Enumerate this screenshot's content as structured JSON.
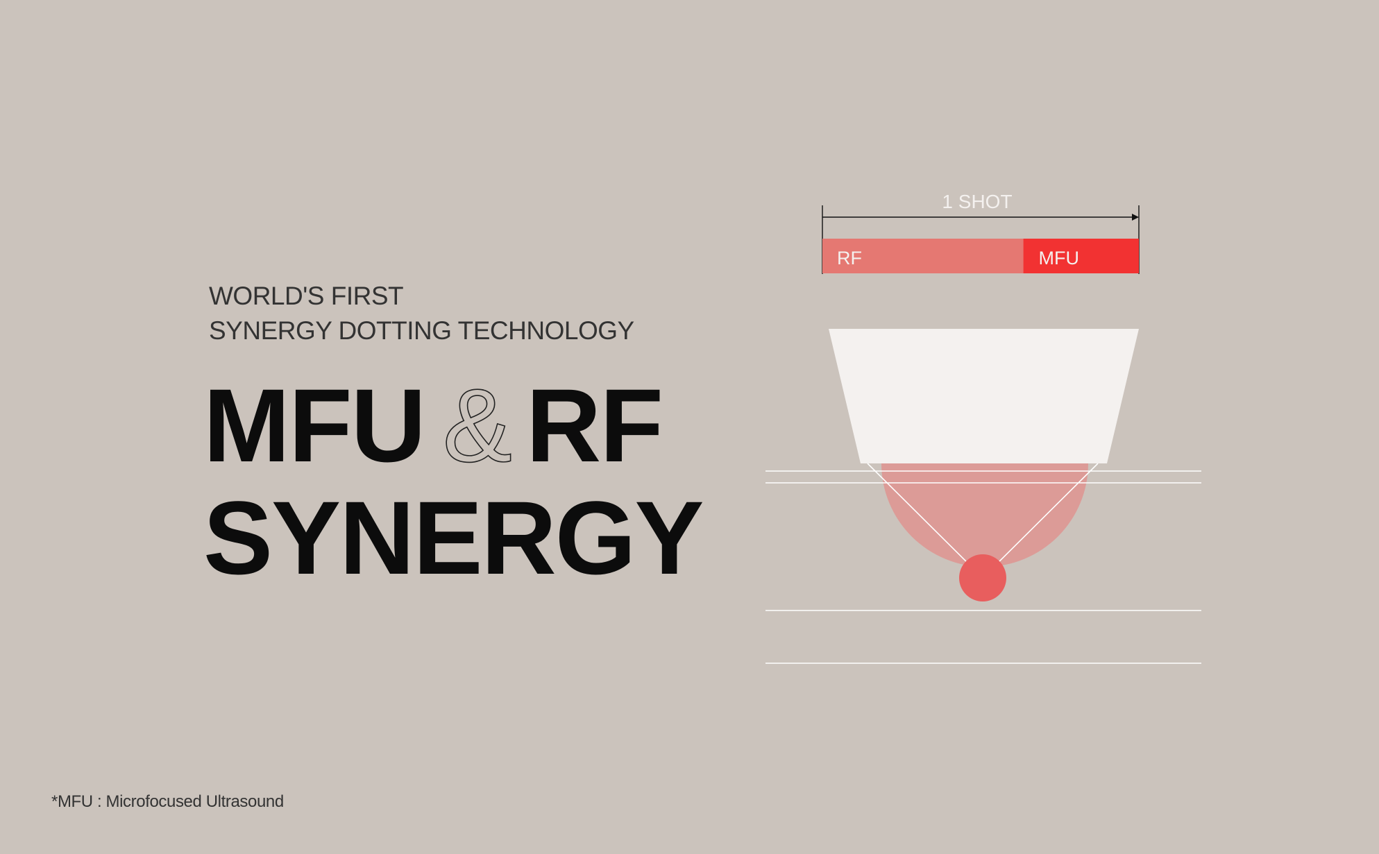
{
  "headline": {
    "kicker_line1": "WORLD'S  FIRST",
    "kicker_line2": "SYNERGY DOTTING TECHNOLOGY",
    "title_part1": "MFU",
    "title_amp": "&",
    "title_part2": "RF",
    "title_line2": "SYNERGY"
  },
  "diagram": {
    "shot_label": "1 SHOT",
    "rf_label": "RF",
    "mfu_label": "MFU",
    "rf_share": 0.635,
    "mfu_share": 0.365,
    "colors": {
      "rf": "#e57872",
      "mfu": "#f23232",
      "rf_zone": "#dc9b97",
      "focal_point": "#e85e5e",
      "transducer": "#f4f1ef",
      "lines": "#ffffff"
    }
  },
  "footnote": "*MFU : Microfocused Ultrasound"
}
